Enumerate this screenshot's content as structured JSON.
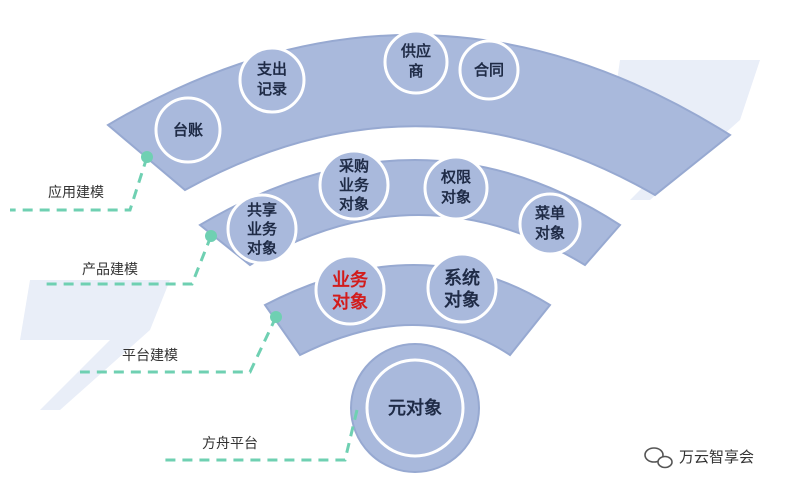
{
  "layers": [
    {
      "label": "应用建模",
      "nodes": [
        [
          "台账"
        ],
        [
          "支出",
          "记录"
        ],
        [
          "供应",
          "商"
        ],
        [
          "合同"
        ]
      ]
    },
    {
      "label": "产品建模",
      "nodes": [
        [
          "共享",
          "业务",
          "对象"
        ],
        [
          "采购",
          "业务",
          "对象"
        ],
        [
          "权限",
          "对象"
        ],
        [
          "菜单",
          "对象"
        ]
      ]
    },
    {
      "label": "平台建模",
      "nodes": [
        [
          "业务",
          "对象"
        ],
        [
          "系统",
          "对象"
        ]
      ]
    },
    {
      "label": "方舟平台",
      "nodes": [
        [
          "元对象"
        ]
      ]
    }
  ],
  "brand": {
    "name": "万云智享会",
    "icon": "wechat-icon"
  },
  "colors": {
    "band": "#a9b9dc",
    "dash": "#6fd0b2",
    "highlight": "#d21c1c"
  }
}
